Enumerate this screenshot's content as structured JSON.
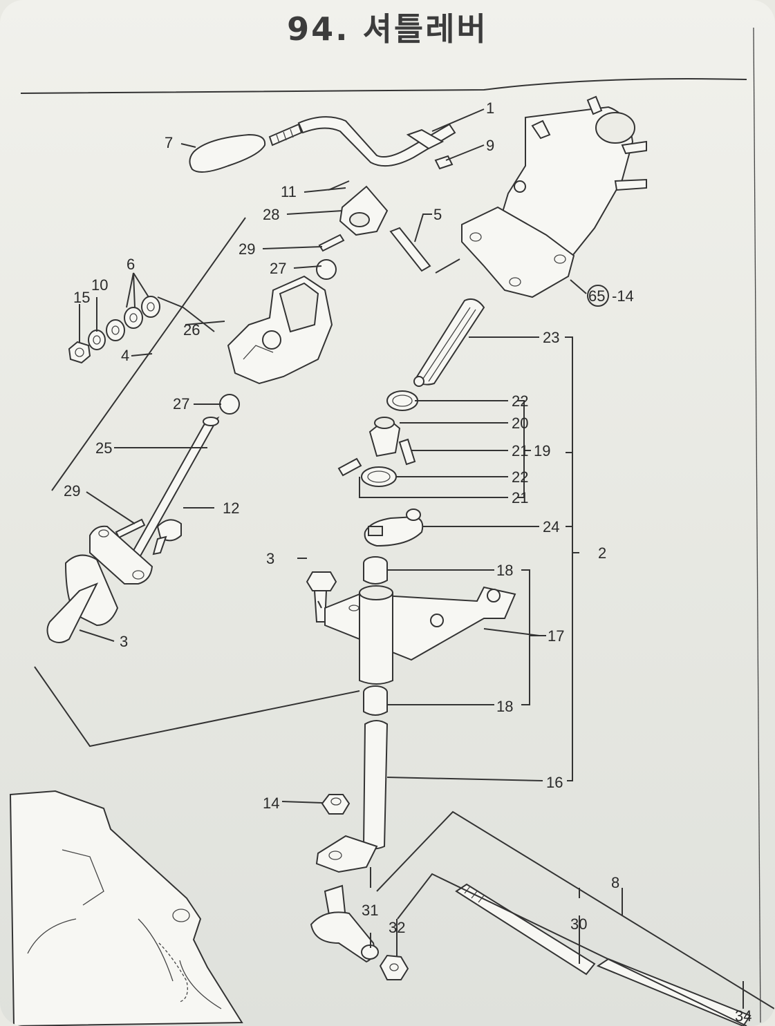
{
  "page": {
    "title": "94. 셔틀레버"
  },
  "callouts": {
    "c1": "1",
    "c7": "7",
    "c9": "9",
    "c11": "11",
    "c28": "28",
    "c5": "5",
    "c29a": "29",
    "c27a": "27",
    "c6": "6",
    "c15": "15",
    "c10": "10",
    "c26": "26",
    "c4": "4",
    "c65": "65",
    "c14a": "-14",
    "c23": "23",
    "c22a": "22",
    "c20": "20",
    "c21a": "21",
    "c19": "19",
    "c22b": "22",
    "c21b": "21",
    "c27b": "27",
    "c25": "25",
    "c29b": "29",
    "c12": "12",
    "c24": "24",
    "c2": "2",
    "c3a": "3",
    "c18a": "18",
    "c17": "17",
    "c3b": "3",
    "c18b": "18",
    "c16": "16",
    "c14b": "14",
    "c8": "8",
    "c31": "31",
    "c32": "32",
    "c30": "30",
    "c34": "34"
  }
}
